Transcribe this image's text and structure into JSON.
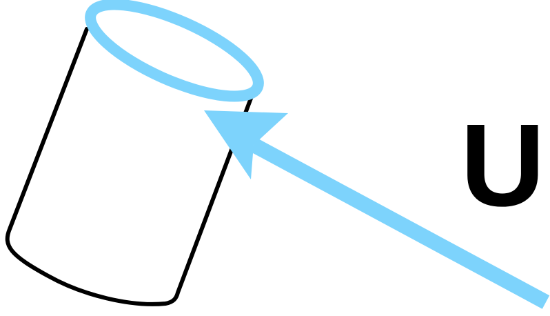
{
  "colors": {
    "outline": "#000000",
    "highlight": "#7dd3fc",
    "background": "#ffffff"
  },
  "diagram": {
    "shape": "cylinder",
    "highlighted_part": "top face",
    "label": "U"
  }
}
